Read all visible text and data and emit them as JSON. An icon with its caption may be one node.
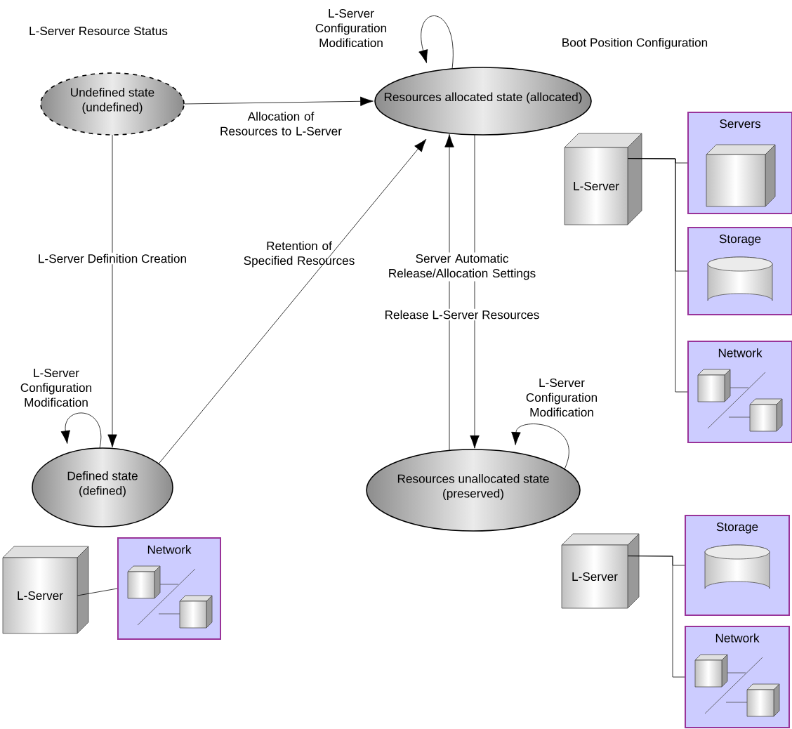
{
  "diagram": {
    "nodes": [
      {
        "text": [
          "Undefined state (undefined)"
        ]
      },
      {
        "text": [
          "Resources allocated state (allocated)"
        ]
      },
      {
        "text": [
          "Defined state (defined)"
        ]
      },
      {
        "text": [
          "Resources unallocated state (preserved)"
        ]
      },
      {
        "text": [
          "L-Server"
        ]
      },
      {
        "text": [
          "Servers"
        ]
      },
      {
        "text": [
          "Storage"
        ]
      },
      {
        "text": [
          "Network"
        ]
      },
      {
        "text": [
          "L-Server"
        ]
      },
      {
        "text": [
          "Storage"
        ]
      },
      {
        "text": [
          "Network"
        ]
      },
      {
        "text": [
          "L-Server"
        ]
      },
      {
        "text": [
          "Network"
        ]
      }
    ],
    "edges": [
      {
        "from": 0,
        "to": 1,
        "arrow": "to",
        "label": "Allocation of Resources to L-Server"
      },
      {
        "from": 0,
        "to": 2,
        "arrow": "to",
        "label": "L-Server Definition Creation"
      },
      {
        "from": 2,
        "to": 1,
        "arrow": "to",
        "label": "Retention of Specified Resources"
      },
      {
        "from": 3,
        "to": 1,
        "arrow": "to",
        "label": "Server Automatic Release/Allocation Settings"
      },
      {
        "from": 1,
        "to": 3,
        "arrow": "to",
        "label": "Release L-Server Resources"
      },
      {
        "from": 1,
        "to": 1,
        "arrow": "to",
        "label": "L-Server Configuration Modification"
      },
      {
        "from": 2,
        "to": 2,
        "arrow": "to",
        "label": "L-Server Configuration Modification"
      },
      {
        "from": 3,
        "to": 3,
        "arrow": "to",
        "label": "L-Server Configuration Modification"
      },
      {
        "from": 4,
        "to": 5,
        "arrow": "none"
      },
      {
        "from": 4,
        "to": 6,
        "arrow": "none"
      },
      {
        "from": 4,
        "to": 7,
        "arrow": "none"
      },
      {
        "from": 8,
        "to": 9,
        "arrow": "none"
      },
      {
        "from": 8,
        "to": 10,
        "arrow": "none"
      },
      {
        "from": 11,
        "to": 12,
        "arrow": "none"
      }
    ],
    "labels": [
      "L-Server Resource Status",
      "Boot Position Configuration"
    ]
  }
}
